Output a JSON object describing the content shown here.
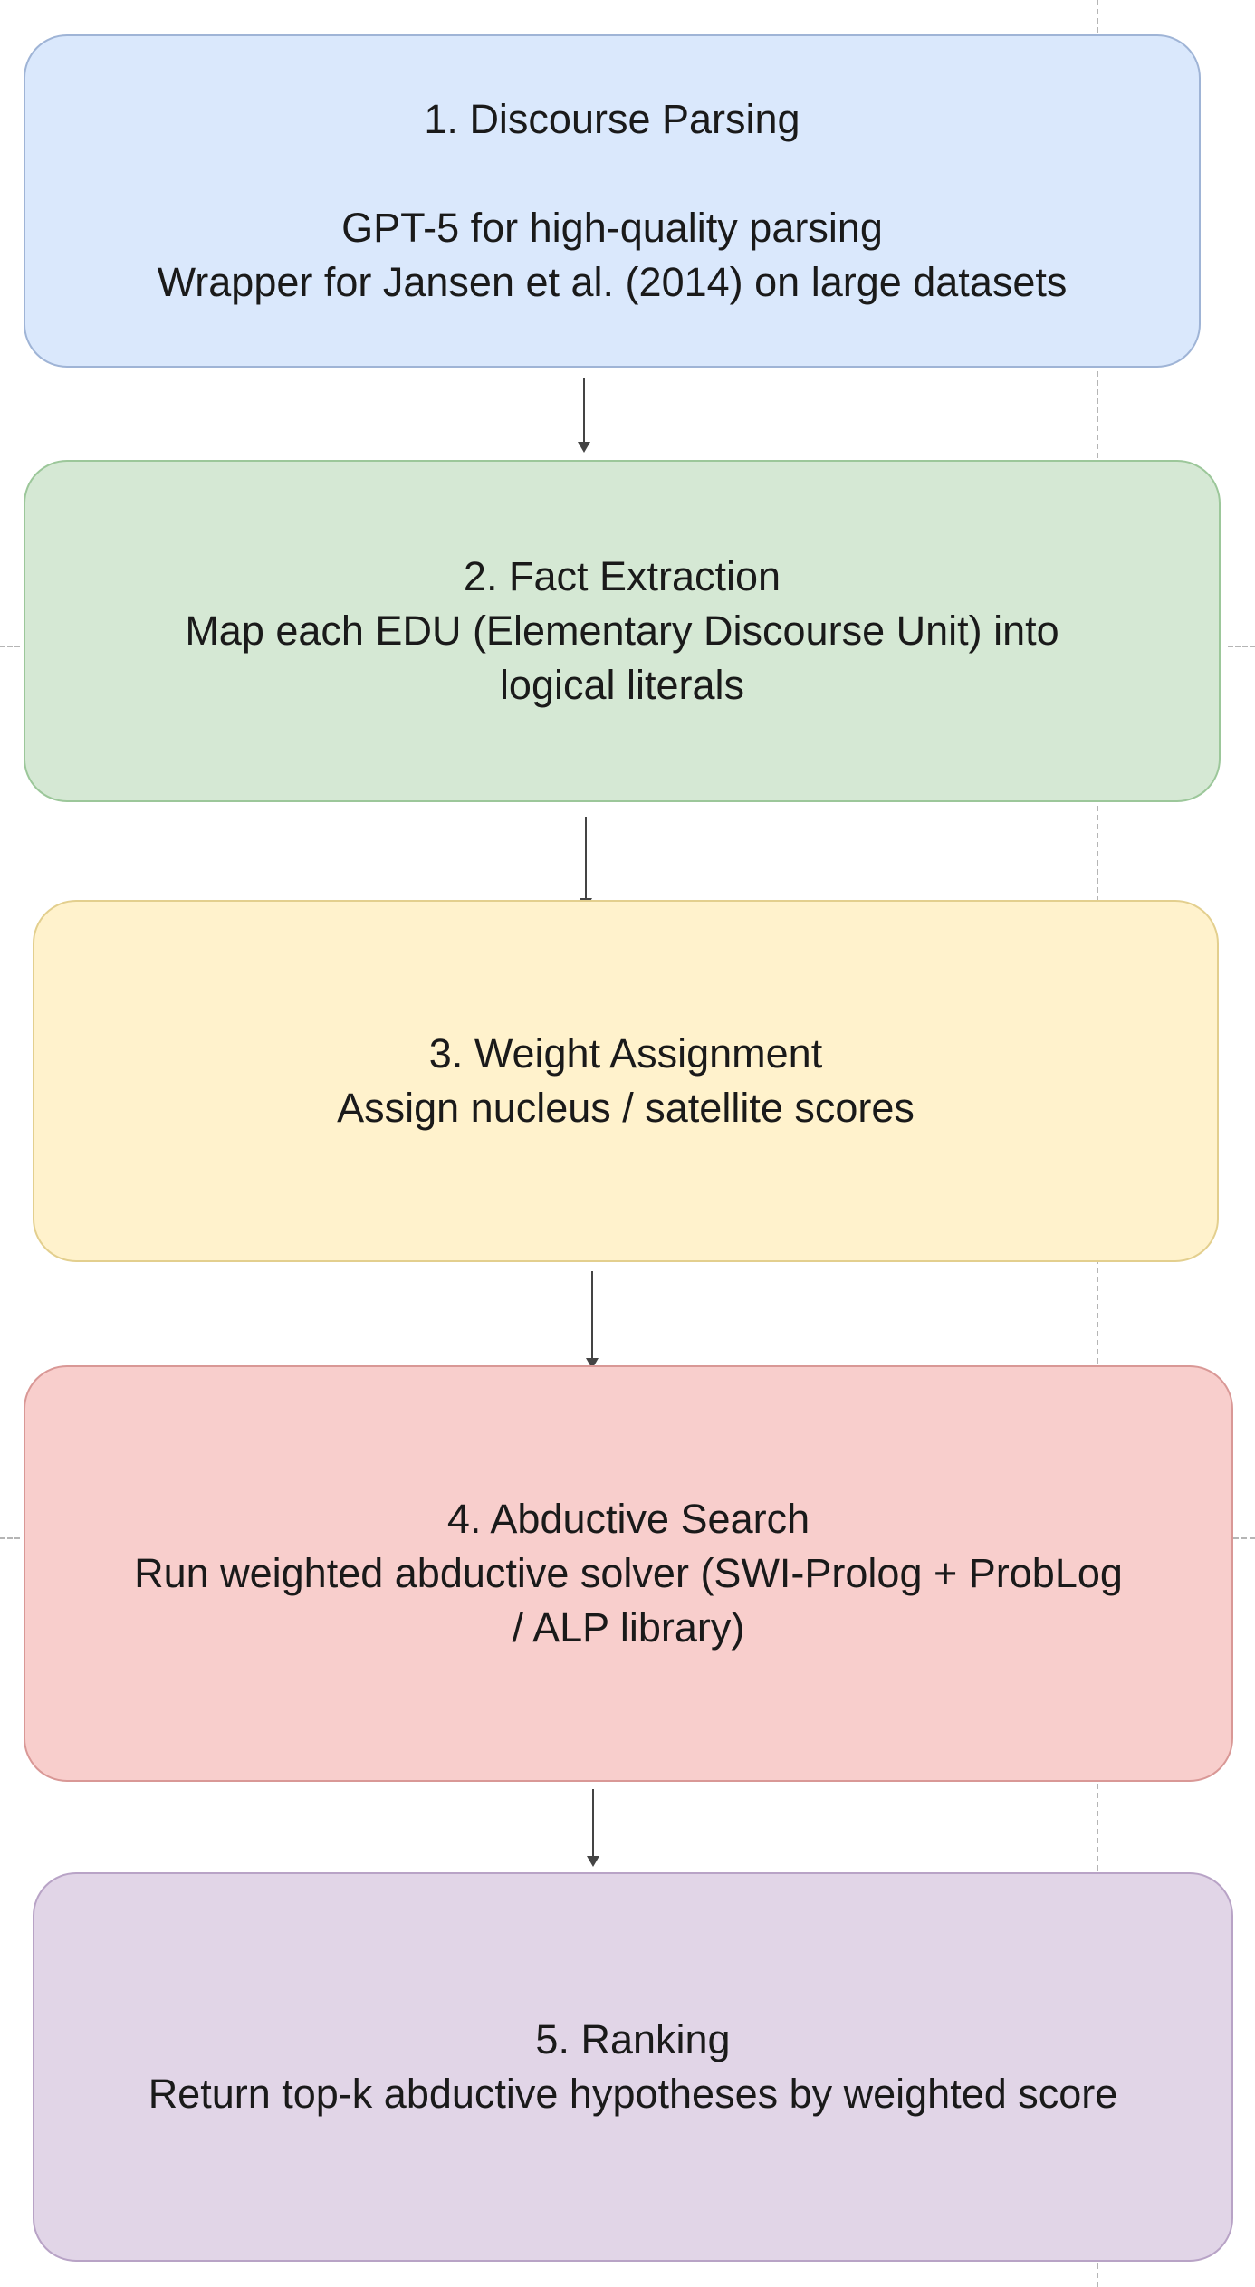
{
  "steps": [
    {
      "title": "1. Discourse Parsing",
      "lines": [
        "GPT-5 for high-quality parsing",
        "Wrapper for Jansen et al. (2014) on large datasets"
      ],
      "fill": "#dae8fc",
      "stroke": "#9fb4d6"
    },
    {
      "title": "2. Fact Extraction",
      "lines": [
        "Map each EDU (Elementary Discourse Unit) into",
        "logical literals"
      ],
      "fill": "#d5e8d4",
      "stroke": "#9cc79a"
    },
    {
      "title": "3. Weight Assignment",
      "lines": [
        "Assign nucleus / satellite scores"
      ],
      "fill": "#fff2cc",
      "stroke": "#e3cf8e"
    },
    {
      "title": "4. Abductive Search",
      "lines": [
        "Run weighted abductive solver (SWI-Prolog + ProbLog",
        "/ ALP library)"
      ],
      "fill": "#f8cecc",
      "stroke": "#d99896"
    },
    {
      "title": "5. Ranking",
      "lines": [
        "Return top-k abductive hypotheses by weighted score"
      ],
      "fill": "#e1d5e7",
      "stroke": "#b8a3c6"
    }
  ]
}
